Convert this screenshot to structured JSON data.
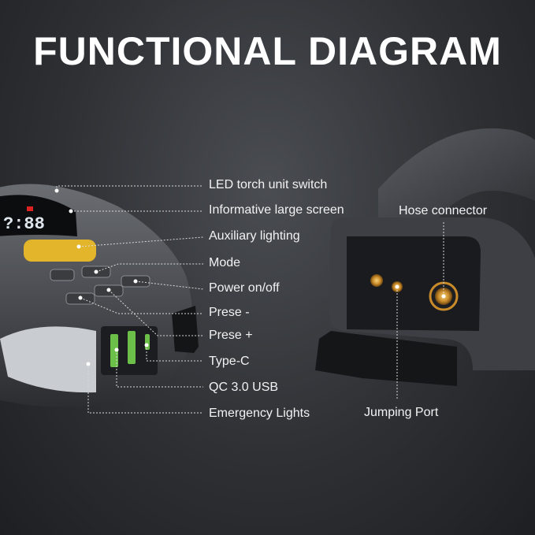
{
  "title": "FUNCTIONAL DIAGRAM",
  "left_device_labels": [
    "LED torch unit switch",
    "Informative large screen",
    "Auxiliary lighting",
    "Mode",
    "Power on/off",
    "Prese -",
    "Prese +",
    "Type-C",
    "QC 3.0 USB",
    "Emergency Lights"
  ],
  "right_device_labels": {
    "hose_connector": "Hose connector",
    "jumping_port": "Jumping Port"
  },
  "colors": {
    "accent_yellow": "#e3b52a",
    "usb_green": "#6cc04a",
    "leader_line": "#d9d9d9"
  }
}
